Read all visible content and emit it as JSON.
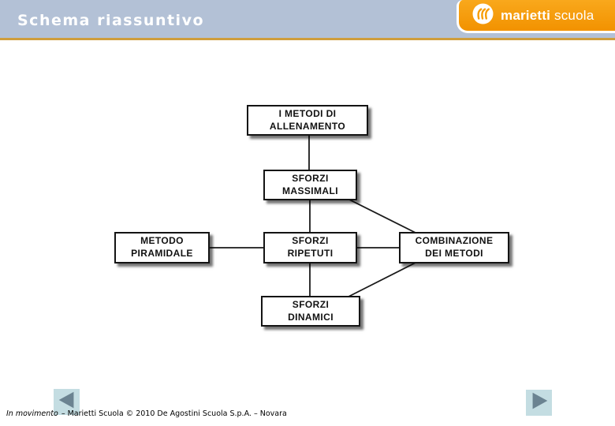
{
  "header": {
    "title": "Schema riassuntivo"
  },
  "logo": {
    "brand_bold": "marietti",
    "brand_regular": "scuola",
    "icon": "marietti-m-waves-icon"
  },
  "diagram": {
    "nodes": [
      {
        "id": "i-metodi-di-allenamento",
        "label": "I METODI DI\nALLENAMENTO"
      },
      {
        "id": "sforzi-massimali",
        "label": "SFORZI\nMASSIMALI"
      },
      {
        "id": "metodo-piramidale",
        "label": "METODO\nPIRAMIDALE"
      },
      {
        "id": "sforzi-ripetuti",
        "label": "SFORZI\nRIPETUTI"
      },
      {
        "id": "combinazione-dei-metodi",
        "label": "COMBINAZIONE\nDEI METODI"
      },
      {
        "id": "sforzi-dinamici",
        "label": "SFORZI\nDINAMICI"
      }
    ],
    "edges": [
      {
        "from": "i-metodi-di-allenamento",
        "to": "sforzi-massimali"
      },
      {
        "from": "sforzi-massimali",
        "to": "sforzi-ripetuti"
      },
      {
        "from": "sforzi-massimali",
        "to": "combinazione-dei-metodi"
      },
      {
        "from": "metodo-piramidale",
        "to": "sforzi-ripetuti"
      },
      {
        "from": "sforzi-ripetuti",
        "to": "combinazione-dei-metodi"
      },
      {
        "from": "sforzi-ripetuti",
        "to": "sforzi-dinamici"
      },
      {
        "from": "combinazione-dei-metodi",
        "to": "sforzi-dinamici"
      }
    ]
  },
  "navigation": {
    "prev_icon": "triangle-left-icon",
    "next_icon": "triangle-right-icon"
  },
  "footer": {
    "work_title": "In movimento",
    "credits": "– Marietti Scuola © 2010 De Agostini Scuola S.p.A. – Novara"
  },
  "colors": {
    "header_band": "#b3c1d6",
    "gold_rule": "#cf9e3d",
    "brand_orange": "#f79c00",
    "nav_button_bg": "#c4dde2",
    "nav_arrow": "#6b8391"
  }
}
